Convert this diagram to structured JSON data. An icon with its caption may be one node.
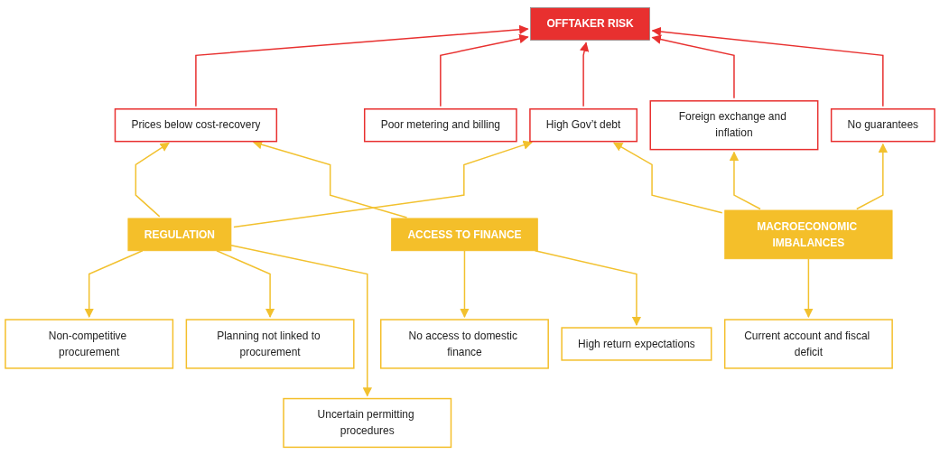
{
  "diagram": {
    "nodes": [
      {
        "text": [
          "OFFTAKER RISK"
        ]
      },
      {
        "text": [
          "Prices below cost-recovery"
        ]
      },
      {
        "text": [
          "Poor metering and billing"
        ]
      },
      {
        "text": [
          "High Gov’t debt"
        ]
      },
      {
        "text": [
          "Foreign exchange and inflation"
        ]
      },
      {
        "text": [
          "No guarantees"
        ]
      },
      {
        "text": [
          "REGULATION"
        ]
      },
      {
        "text": [
          "ACCESS TO FINANCE"
        ]
      },
      {
        "text": [
          "MACROECONOMIC IMBALANCES"
        ]
      },
      {
        "text": [
          "Non-competitive procurement"
        ]
      },
      {
        "text": [
          "Planning not linked to procurement"
        ]
      },
      {
        "text": [
          "Uncertain permitting procedures"
        ]
      },
      {
        "text": [
          "No access to domestic finance"
        ]
      },
      {
        "text": [
          "High return expectations"
        ]
      },
      {
        "text": [
          "Current account and fiscal deficit"
        ]
      }
    ],
    "edges": [
      {
        "from": 1,
        "to": 0,
        "arrow": "to",
        "color": "#e8302f"
      },
      {
        "from": 2,
        "to": 0,
        "arrow": "to",
        "color": "#e8302f"
      },
      {
        "from": 3,
        "to": 0,
        "arrow": "to",
        "color": "#e8302f"
      },
      {
        "from": 4,
        "to": 0,
        "arrow": "to",
        "color": "#e8302f"
      },
      {
        "from": 5,
        "to": 0,
        "arrow": "to",
        "color": "#e8302f"
      },
      {
        "from": 6,
        "to": 1,
        "arrow": "to"
      },
      {
        "from": 6,
        "to": 3,
        "arrow": "to"
      },
      {
        "from": 7,
        "to": 1,
        "arrow": "to"
      },
      {
        "from": 8,
        "to": 3,
        "arrow": "to"
      },
      {
        "from": 8,
        "to": 4,
        "arrow": "to"
      },
      {
        "from": 8,
        "to": 5,
        "arrow": "to"
      },
      {
        "from": 6,
        "to": 9,
        "arrow": "to"
      },
      {
        "from": 6,
        "to": 10,
        "arrow": "to"
      },
      {
        "from": 6,
        "to": 11,
        "arrow": "to"
      },
      {
        "from": 7,
        "to": 12,
        "arrow": "to"
      },
      {
        "from": 7,
        "to": 13,
        "arrow": "to"
      },
      {
        "from": 8,
        "to": 14,
        "arrow": "to"
      }
    ]
  }
}
